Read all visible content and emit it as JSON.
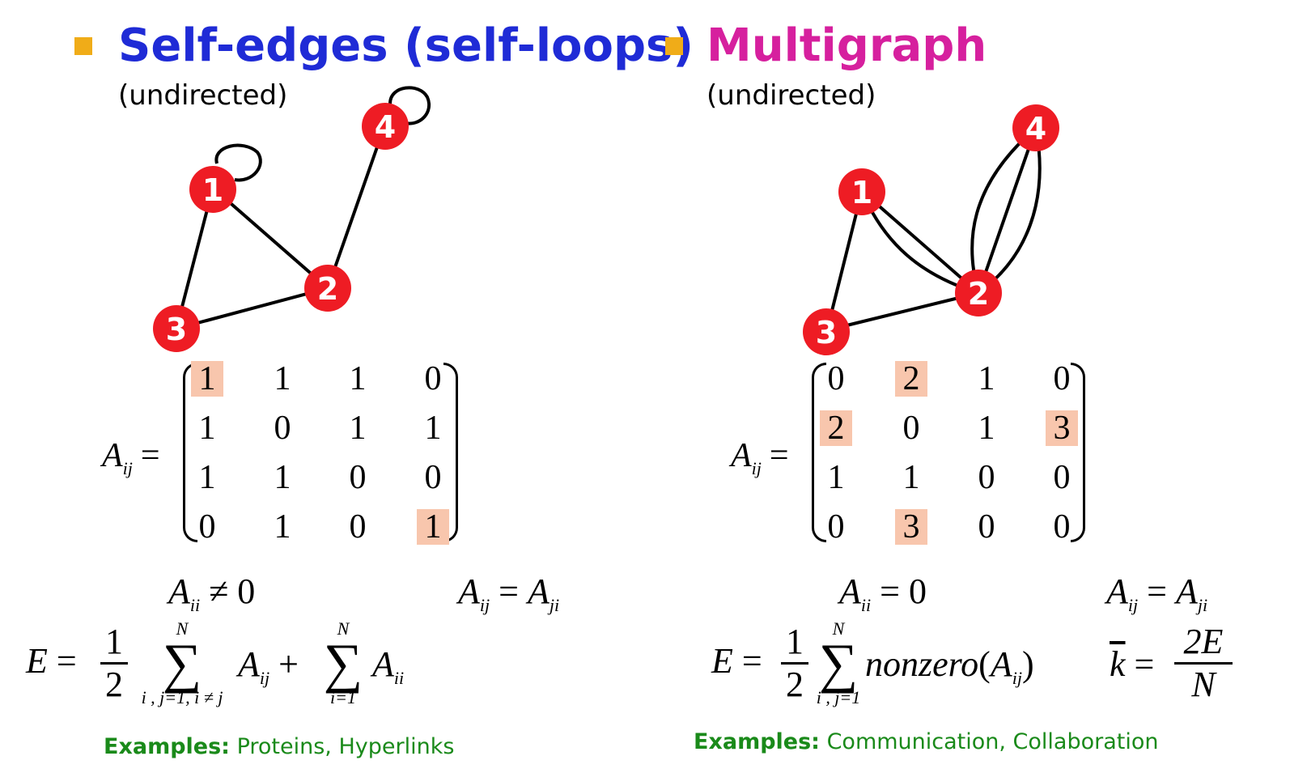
{
  "colors": {
    "bullet": "#f0ac18",
    "left_title": "#1f2bd6",
    "right_title": "#d6209e",
    "node": "#ee1c24",
    "highlight": "#f8c6ad",
    "examples": "#1a8a1a"
  },
  "left": {
    "title": "Self-edges (self-loops)",
    "subtitle": "(undirected)",
    "nodes": [
      "1",
      "2",
      "3",
      "4"
    ],
    "matrix_label": "A",
    "matrix_label_sub": "ij",
    "matrix_eq": "=",
    "matrix": [
      [
        "1",
        "1",
        "1",
        "0"
      ],
      [
        "1",
        "0",
        "1",
        "1"
      ],
      [
        "1",
        "1",
        "0",
        "0"
      ],
      [
        "0",
        "1",
        "0",
        "1"
      ]
    ],
    "highlights": [
      [
        0,
        0
      ],
      [
        3,
        3
      ]
    ],
    "formula_aii_lhs": "A",
    "formula_aii_sub": "ii",
    "formula_aii_rhs": " ≠ 0",
    "formula_sym_A1": "A",
    "formula_sym_sub1": "ij",
    "formula_sym_mid": " = ",
    "formula_sym_A2": "A",
    "formula_sym_sub2": "ji",
    "e_label": "E",
    "e_eq": "=",
    "frac_num": "1",
    "frac_den": "2",
    "sigma1_top": "N",
    "sigma1_bot": "i , j=1, i ≠ j",
    "term1_A": "A",
    "term1_sub": "ij",
    "plus": "+",
    "sigma2_top": "N",
    "sigma2_bot": "i=1",
    "term2_A": "A",
    "term2_sub": "ii",
    "examples_label": "Examples:",
    "examples_text": " Proteins, Hyperlinks"
  },
  "right": {
    "title": "Multigraph",
    "subtitle": "(undirected)",
    "nodes": [
      "1",
      "2",
      "3",
      "4"
    ],
    "matrix_label": "A",
    "matrix_label_sub": "ij",
    "matrix_eq": "=",
    "matrix": [
      [
        "0",
        "2",
        "1",
        "0"
      ],
      [
        "2",
        "0",
        "1",
        "3"
      ],
      [
        "1",
        "1",
        "0",
        "0"
      ],
      [
        "0",
        "3",
        "0",
        "0"
      ]
    ],
    "highlights": [
      [
        0,
        1
      ],
      [
        1,
        0
      ],
      [
        1,
        3
      ],
      [
        3,
        1
      ]
    ],
    "formula_aii_lhs": "A",
    "formula_aii_sub": "ii",
    "formula_aii_rhs": " = 0",
    "formula_sym_A1": "A",
    "formula_sym_sub1": "ij",
    "formula_sym_mid": " = ",
    "formula_sym_A2": "A",
    "formula_sym_sub2": "ji",
    "e_label": "E",
    "e_eq": "=",
    "frac_num": "1",
    "frac_den": "2",
    "sigma_top": "N",
    "sigma_bot": "i , j=1",
    "nonzero": "nonzero",
    "nonzero_paren_open": "(",
    "nonzero_A": "A",
    "nonzero_sub": "ij",
    "nonzero_paren_close": ")",
    "kbar": "k",
    "kbar_eq": "=",
    "kbar_num": "2E",
    "kbar_den": "N",
    "examples_label": "Examples:",
    "examples_text": " Communication, Collaboration"
  }
}
